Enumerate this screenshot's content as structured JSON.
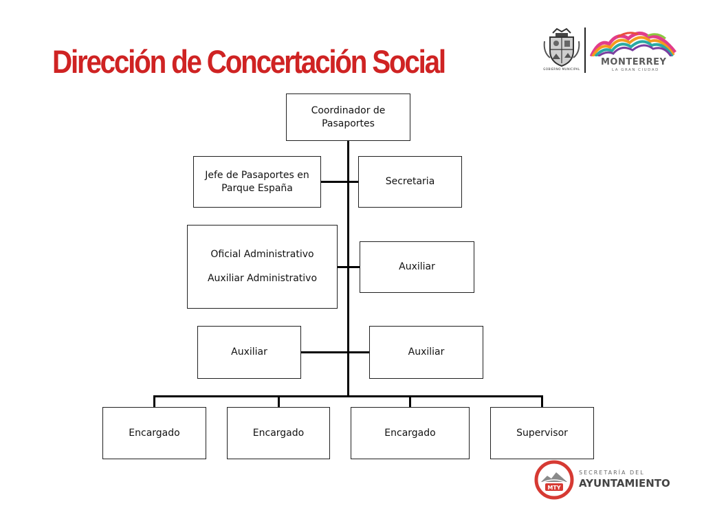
{
  "title": "Dirección de Concertación Social",
  "colors": {
    "title": "#cf2323",
    "box_border": "#1f1f1f",
    "connector": "#000000",
    "brand_red": "#d63a33",
    "brand_gray": "#5b5b5b"
  },
  "logos": {
    "municipal_seal": {
      "icon": "coat-of-arms-icon",
      "caption": "GOBIERNO MUNICIPAL"
    },
    "monterrey": {
      "icon": "colorful-mountains-icon",
      "name": "MONTERREY",
      "tagline": "LA GRAN CIUDAD"
    },
    "secretaria": {
      "icon": "mty-circle-badge-icon",
      "badge_text": "MTY",
      "label": "SECRETARÍA DEL",
      "name": "AYUNTAMIENTO"
    }
  },
  "org_chart": {
    "top": {
      "lines": [
        "Coordinador de",
        "Pasaportes"
      ]
    },
    "row1": {
      "left": {
        "lines": [
          "Jefe de Pasaportes en",
          "Parque España"
        ]
      },
      "right": {
        "lines": [
          "Secretaria"
        ]
      }
    },
    "row2": {
      "left": {
        "line1": "Oficial Administrativo",
        "line2": "Auxiliar Administrativo"
      },
      "right": {
        "lines": [
          "Auxiliar"
        ]
      }
    },
    "row3": {
      "left": {
        "lines": [
          "Auxiliar"
        ]
      },
      "right": {
        "lines": [
          "Auxiliar"
        ]
      }
    },
    "bottom": [
      {
        "label": "Encargado"
      },
      {
        "label": "Encargado"
      },
      {
        "label": "Encargado"
      },
      {
        "label": "Supervisor"
      }
    ]
  }
}
